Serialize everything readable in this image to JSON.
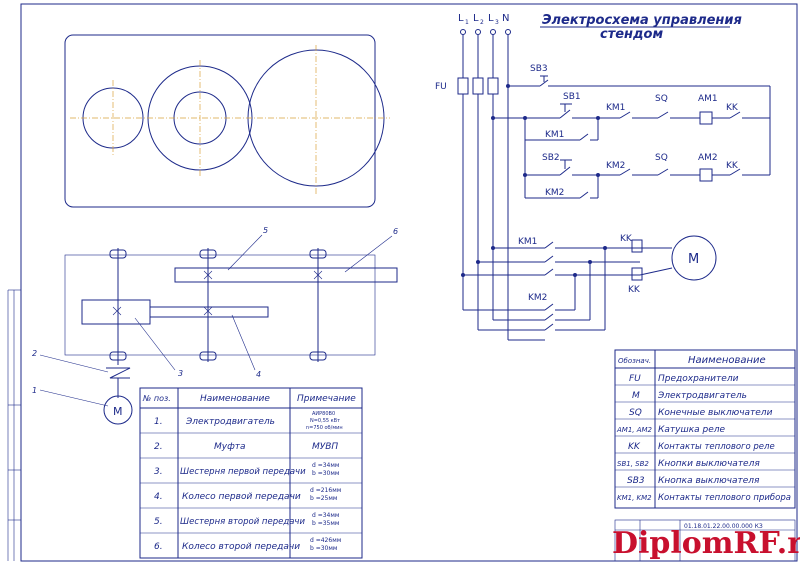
{
  "title": {
    "line1": "Электросхема управления",
    "line2": "стендом"
  },
  "circuit": {
    "phases": [
      "L",
      "L",
      "L",
      "N"
    ],
    "phase_subscripts": [
      "1",
      "2",
      "3"
    ],
    "fuse": "FU",
    "elements": [
      "SB3",
      "SB1",
      "KM1",
      "SQ",
      "AM1",
      "KK",
      "KM1",
      "SB2",
      "KM2",
      "SQ",
      "AM2",
      "KK",
      "KM2",
      "KM1",
      "KK",
      "KM2",
      "KK"
    ],
    "motor": "M"
  },
  "kinematic": {
    "callouts": [
      "1",
      "2",
      "3",
      "4",
      "5",
      "6"
    ],
    "motor": "M"
  },
  "parts_table": {
    "headers": [
      "№ поз.",
      "Наименование",
      "Примечание"
    ],
    "rows": [
      {
        "pos": "1.",
        "name": "Электродвигатель",
        "note": [
          "АИР80В0",
          "N=0,55 кВт",
          "n=750 об/мин"
        ]
      },
      {
        "pos": "2.",
        "name": "Муфта",
        "note": [
          "МУВП"
        ]
      },
      {
        "pos": "3.",
        "name": "Шестерня первой передачи",
        "note": [
          "d =34мм",
          "b =30мм"
        ]
      },
      {
        "pos": "4.",
        "name": "Колесо первой передачи",
        "note": [
          "d =216мм",
          "b =25мм"
        ]
      },
      {
        "pos": "5.",
        "name": "Шестерня второй передачи",
        "note": [
          "d =34мм",
          "b =35мм"
        ]
      },
      {
        "pos": "6.",
        "name": "Колесо второй передачи",
        "note": [
          "d =426мм",
          "b =30мм"
        ]
      }
    ]
  },
  "legend_table": {
    "headers": [
      "Обознач.",
      "Наименование"
    ],
    "rows": [
      {
        "code": "FU",
        "name": "Предохранители"
      },
      {
        "code": "M",
        "name": "Электродвигатель"
      },
      {
        "code": "SQ",
        "name": "Конечные выключатели"
      },
      {
        "code": "AM1, AM2",
        "name": "Катушка реле"
      },
      {
        "code": "KK",
        "name": "Контакты теплового реле"
      },
      {
        "code": "SB1, SB2",
        "name": "Кнопки выключателя"
      },
      {
        "code": "SB3",
        "name": "Кнопка выключателя"
      },
      {
        "code": "KM1, KM2",
        "name": "Контакты теплового прибора"
      }
    ]
  },
  "title_block": {
    "code": "01.18.01.22.00.00.000 КЗ"
  },
  "watermark": "DiplomRF.ru",
  "colors": {
    "ink": "#1d2a8a",
    "axis": "#d9a23b",
    "watermark": "#c8102e"
  }
}
